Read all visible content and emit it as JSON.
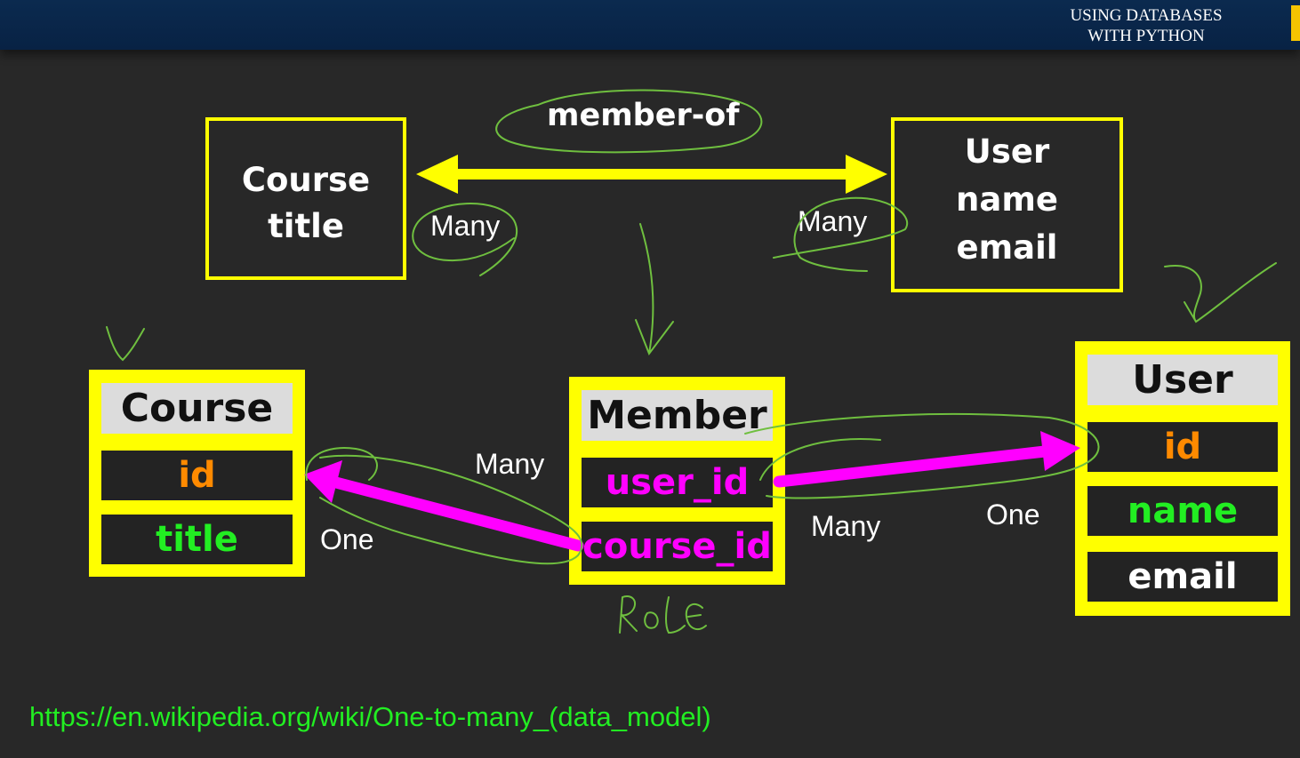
{
  "banner": {
    "line1": "USING DATABASES",
    "line2": "WITH PYTHON"
  },
  "conceptual": {
    "course": {
      "name": "Course",
      "attr": "title"
    },
    "user": {
      "name": "User",
      "attr1": "name",
      "attr2": "email"
    },
    "relationship": "member-of",
    "left_cardinality": "Many",
    "right_cardinality": "Many"
  },
  "tables": {
    "course": {
      "header": "Course",
      "fields": [
        "id",
        "title"
      ]
    },
    "member": {
      "header": "Member",
      "fields": [
        "user_id",
        "course_id"
      ]
    },
    "user": {
      "header": "User",
      "fields": [
        "id",
        "name",
        "email"
      ]
    }
  },
  "cardinality": {
    "member_course_many": "Many",
    "course_one": "One",
    "member_user_many": "Many",
    "user_one": "One"
  },
  "annotation": "Role",
  "url": "https://en.wikipedia.org/wiki/One-to-many_(data_model)",
  "colors": {
    "box_border": "#ffff00",
    "key_field": "#ff8a00",
    "data_field": "#22ee22",
    "foreign_key": "#ff00ff",
    "pen": "#6fbf3f"
  }
}
